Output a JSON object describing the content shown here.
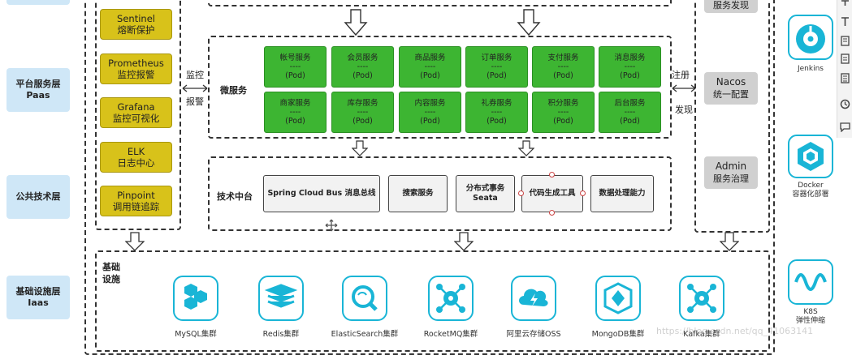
{
  "layers": {
    "paas": {
      "line1": "平台服务层",
      "line2": "Paas"
    },
    "common": {
      "line1": "公共技术层"
    },
    "iaas": {
      "line1": "基础设施层",
      "line2": "Iaas"
    }
  },
  "monitor_tools": [
    {
      "name": "Sentinel",
      "desc": "熔断保护"
    },
    {
      "name": "Prometheus",
      "desc": "监控报警"
    },
    {
      "name": "Grafana",
      "desc": "监控可视化"
    },
    {
      "name": "ELK",
      "desc": "日志中心"
    },
    {
      "name": "Pinpoint",
      "desc": "调用链追踪"
    }
  ],
  "labels": {
    "monitor_l1": "监控",
    "monitor_l2": "报警",
    "microservice": "微服务",
    "register_l1": "注册",
    "register_l2": "发现",
    "tech_platform": "技术中台",
    "infra_l1": "基础",
    "infra_l2": "设施",
    "top_right_partial": "服务发现"
  },
  "microservices_row1": [
    {
      "name": "帐号服务",
      "sep": "----",
      "pod": "(Pod)"
    },
    {
      "name": "会员服务",
      "sep": "----",
      "pod": "(Pod)"
    },
    {
      "name": "商品服务",
      "sep": "----",
      "pod": "(Pod)"
    },
    {
      "name": "订单服务",
      "sep": "----",
      "pod": "(Pod)"
    },
    {
      "name": "支付服务",
      "sep": "----",
      "pod": "(Pod)"
    },
    {
      "name": "消息服务",
      "sep": "----",
      "pod": "(Pod)"
    }
  ],
  "microservices_row2": [
    {
      "name": "商家服务",
      "sep": "----",
      "pod": "(Pod)"
    },
    {
      "name": "库存服务",
      "sep": "----",
      "pod": "(Pod)"
    },
    {
      "name": "内容服务",
      "sep": "----",
      "pod": "(Pod)"
    },
    {
      "name": "礼券服务",
      "sep": "----",
      "pod": "(Pod)"
    },
    {
      "name": "积分服务",
      "sep": "----",
      "pod": "(Pod)"
    },
    {
      "name": "后台服务",
      "sep": "----",
      "pod": "(Pod)"
    }
  ],
  "tech_services": [
    {
      "line1": "Spring Cloud Bus 消息总线",
      "line2": ""
    },
    {
      "line1": "搜索服务",
      "line2": ""
    },
    {
      "line1": "分布式事务",
      "line2": "Seata"
    },
    {
      "line1": "代码生成工具",
      "line2": ""
    },
    {
      "line1": "数据处理能力",
      "line2": ""
    }
  ],
  "right_services": [
    {
      "line1": "Nacos",
      "line2": "统一配置"
    },
    {
      "line1": "Admin",
      "line2": "服务治理"
    }
  ],
  "infra": [
    {
      "label": "MySQL集群",
      "icon": "mysql-icon"
    },
    {
      "label": "Redis集群",
      "icon": "redis-icon"
    },
    {
      "label": "ElasticSearch集群",
      "icon": "elasticsearch-icon"
    },
    {
      "label": "RocketMQ集群",
      "icon": "rocketmq-icon"
    },
    {
      "label": "阿里云存储OSS",
      "icon": "oss-icon"
    },
    {
      "label": "MongoDB集群",
      "icon": "mongodb-icon"
    },
    {
      "label": "Kafka集群",
      "icon": "kafka-icon"
    }
  ],
  "right_tools": [
    {
      "label1": "Jenkins",
      "label2": ""
    },
    {
      "label1": "Docker",
      "label2": "容器化部署"
    },
    {
      "label1": "K8S",
      "label2": "弹性伸缩"
    }
  ],
  "watermark": "https://blog.csdn.net/qq_41063141",
  "colors": {
    "layer_bg": "#cfe7f7",
    "monitor_bg": "#d8c21a",
    "service_green": "#3db532",
    "gray_box": "#d0d0d0",
    "infra_icon": "#19b5d6"
  }
}
